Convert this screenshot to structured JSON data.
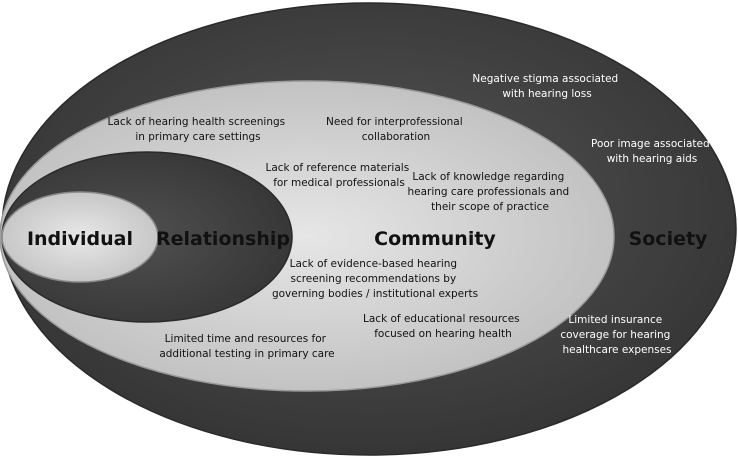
{
  "layers": {
    "individual": "Individual",
    "relationship": "Relationship",
    "community": "Community",
    "society": "Society"
  },
  "barriers": {
    "negative_stigma": [
      "Negative stigma associated",
      "with hearing loss"
    ],
    "poor_image": [
      "Poor image associated",
      "with hearing aids"
    ],
    "insurance": [
      "Limited insurance",
      "coverage for hearing",
      "healthcare expenses"
    ],
    "screenings": [
      "Lack of hearing health screenings",
      "in primary care settings"
    ],
    "interprofessional": [
      "Need for interprofessional",
      "collaboration"
    ],
    "reference_materials": [
      "Lack of reference materials",
      "for medical professionals"
    ],
    "knowledge": [
      "Lack of knowledge regarding",
      "hearing care professionals and",
      "their scope of practice"
    ],
    "evidence": [
      "Lack of evidence-based hearing",
      "screening recommendations by",
      "governing bodies / institutional experts"
    ],
    "educational": [
      "Lack of educational resources",
      "focused on hearing health"
    ],
    "limited_time": [
      "Limited time and resources for",
      "additional testing in primary care"
    ]
  },
  "colors": {
    "society_fill": "#474747",
    "community_fill": "#d3d3d3",
    "relationship_fill": "#474747",
    "individual_fill": "#d9d9d9",
    "light_text": "#ffffff",
    "dark_text": "#111111"
  }
}
